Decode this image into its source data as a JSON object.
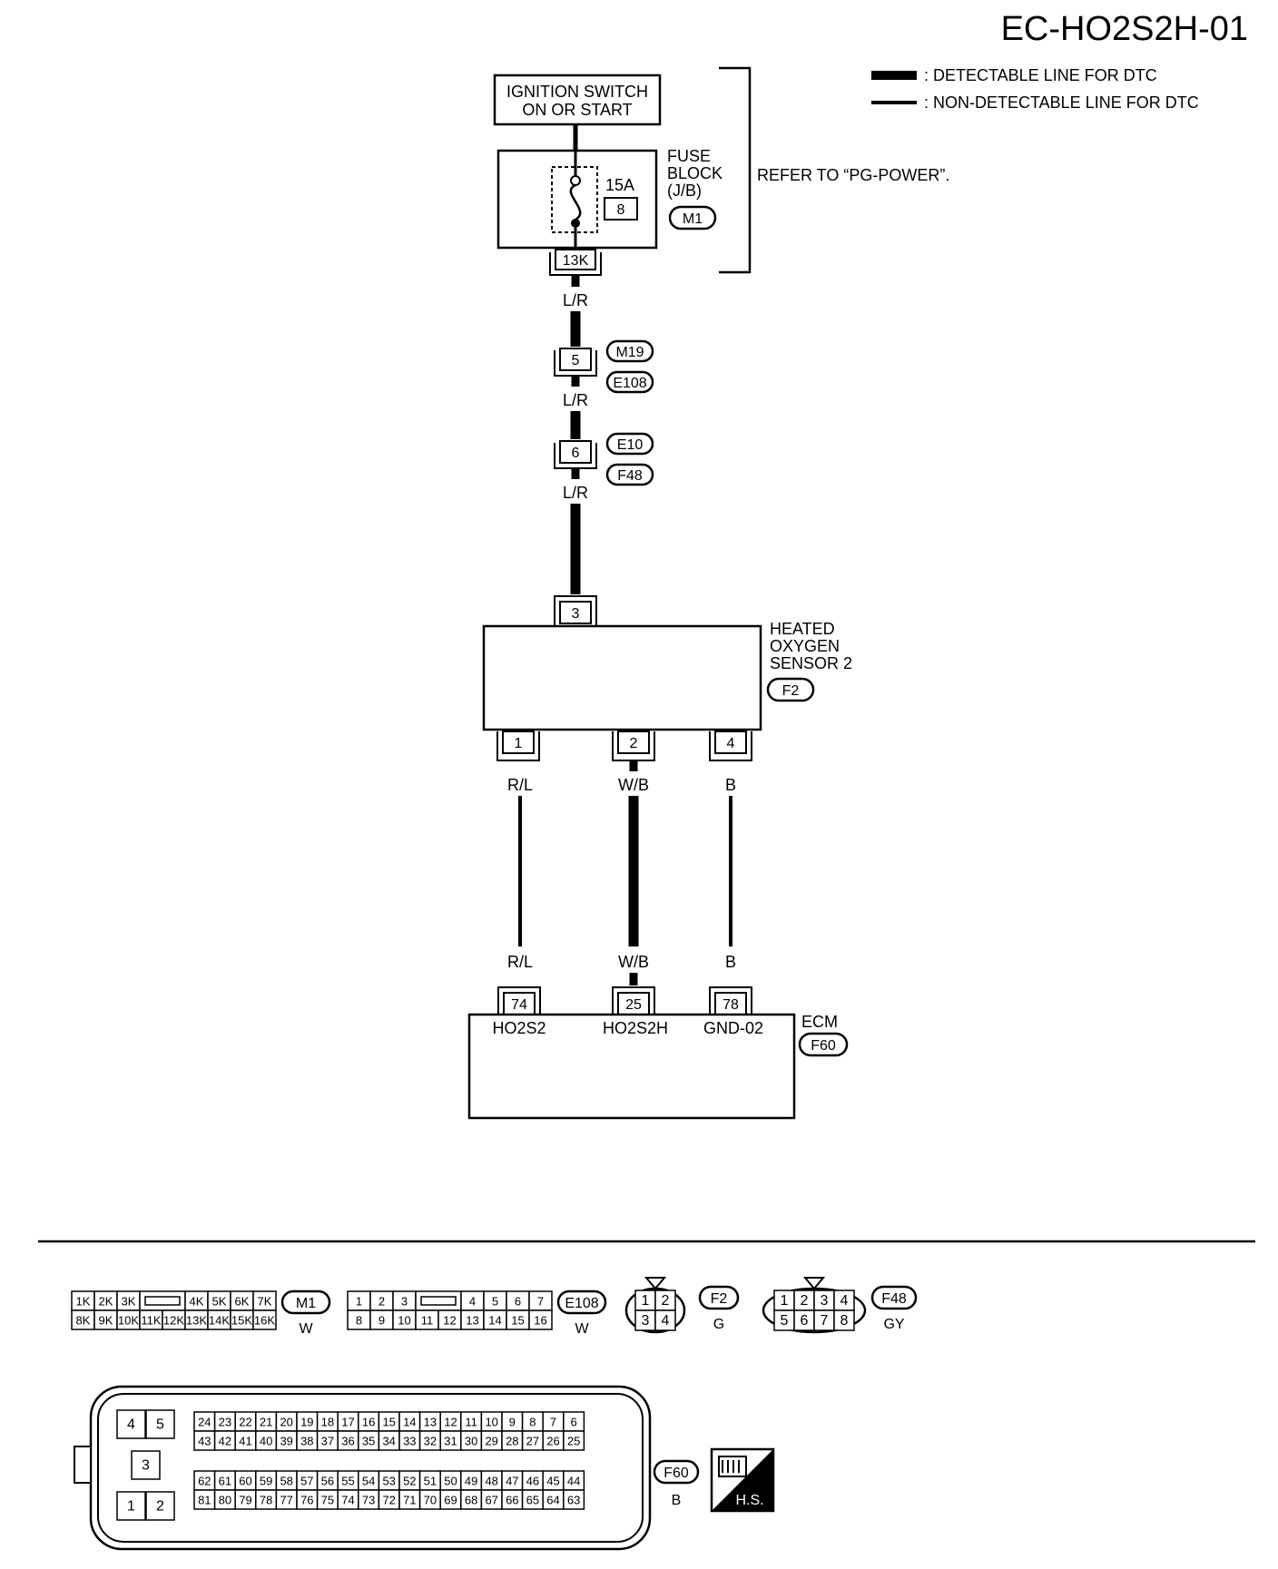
{
  "document": {
    "id": "EC-HO2S2H-01"
  },
  "legend": {
    "detectable": ": DETECTABLE LINE FOR DTC",
    "non_detectable": ": NON-DETECTABLE LINE FOR DTC"
  },
  "ignition_switch": {
    "line1": "IGNITION SWITCH",
    "line2": "ON OR START"
  },
  "fuse_block": {
    "line1": "FUSE",
    "line2": "BLOCK",
    "line3": "(J/B)",
    "fuse_rating": "15A",
    "fuse_number": "8",
    "connector": "M1",
    "terminal": "13K"
  },
  "refer_note": "REFER TO “PG-POWER”.",
  "wires": {
    "lr_1": "L/R",
    "lr_2": "L/R",
    "lr_3": "L/R",
    "rl_top": "R/L",
    "wb_top": "W/B",
    "b_top": "B",
    "rl_bottom": "R/L",
    "wb_bottom": "W/B",
    "b_bottom": "B"
  },
  "joint_1": {
    "pin": "5",
    "upper": "M19",
    "lower": "E108"
  },
  "joint_2": {
    "pin": "6",
    "upper": "E10",
    "lower": "F48"
  },
  "sensor": {
    "line1": "HEATED",
    "line2": "OXYGEN",
    "line3": "SENSOR 2",
    "connector": "F2",
    "pin_top": "3",
    "pins": [
      "1",
      "2",
      "4"
    ]
  },
  "ecm": {
    "label": "ECM",
    "connector": "F60",
    "pins": [
      "74",
      "25",
      "78"
    ],
    "terminals": [
      "HO2S2",
      "HO2S2H",
      "GND-02"
    ]
  },
  "connectors": {
    "m1": {
      "name": "M1",
      "color": "W",
      "top": [
        "1K",
        "2K",
        "3K",
        "4K",
        "5K",
        "6K",
        "7K"
      ],
      "bottom": [
        "8K",
        "9K",
        "10K",
        "11K",
        "12K",
        "13K",
        "14K",
        "15K",
        "16K"
      ]
    },
    "e108": {
      "name": "E108",
      "color": "W",
      "top": [
        "1",
        "2",
        "3",
        "4",
        "5",
        "6",
        "7"
      ],
      "bottom": [
        "8",
        "9",
        "10",
        "11",
        "12",
        "13",
        "14",
        "15",
        "16"
      ]
    },
    "f2": {
      "name": "F2",
      "color": "G",
      "pins": [
        "1",
        "2",
        "3",
        "4"
      ]
    },
    "f48": {
      "name": "F48",
      "color": "GY",
      "pins": [
        "1",
        "2",
        "3",
        "4",
        "5",
        "6",
        "7",
        "8"
      ]
    },
    "f60": {
      "name": "F60",
      "color": "B",
      "small_pins": [
        "4",
        "5",
        "3",
        "1",
        "2"
      ],
      "row1": [
        "24",
        "23",
        "22",
        "21",
        "20",
        "19",
        "18",
        "17",
        "16",
        "15",
        "14",
        "13",
        "12",
        "11",
        "10",
        "9",
        "8",
        "7",
        "6"
      ],
      "row2": [
        "43",
        "42",
        "41",
        "40",
        "39",
        "38",
        "37",
        "36",
        "35",
        "34",
        "33",
        "32",
        "31",
        "30",
        "29",
        "28",
        "27",
        "26",
        "25"
      ],
      "row3": [
        "62",
        "61",
        "60",
        "59",
        "58",
        "57",
        "56",
        "55",
        "54",
        "53",
        "52",
        "51",
        "50",
        "49",
        "48",
        "47",
        "46",
        "45",
        "44"
      ],
      "row4": [
        "81",
        "80",
        "79",
        "78",
        "77",
        "76",
        "75",
        "74",
        "73",
        "72",
        "71",
        "70",
        "69",
        "68",
        "67",
        "66",
        "65",
        "64",
        "63"
      ]
    },
    "hs_badge": "H.S."
  }
}
